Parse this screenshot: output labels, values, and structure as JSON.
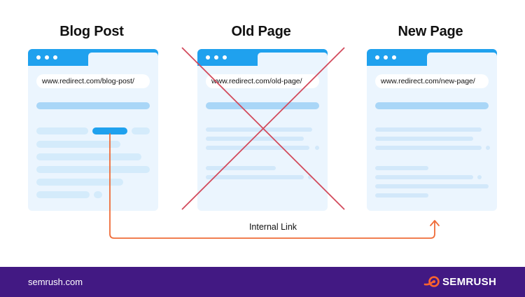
{
  "columns": [
    {
      "title": "Blog Post",
      "url": "www.redirect.com/blog-post/"
    },
    {
      "title": "Old Page",
      "url": "www.redirect.com/old-page/"
    },
    {
      "title": "New Page",
      "url": "www.redirect.com/new-page/"
    }
  ],
  "link_label": "Internal Link",
  "footer": {
    "site": "semrush.com",
    "brand": "SEMRUSH"
  },
  "colors": {
    "browser_bar": "#1fa1ee",
    "page_background": "#ebf5fe",
    "cross": "#d24a5c",
    "arrow": "#ef6c39",
    "footer": "#421983"
  }
}
